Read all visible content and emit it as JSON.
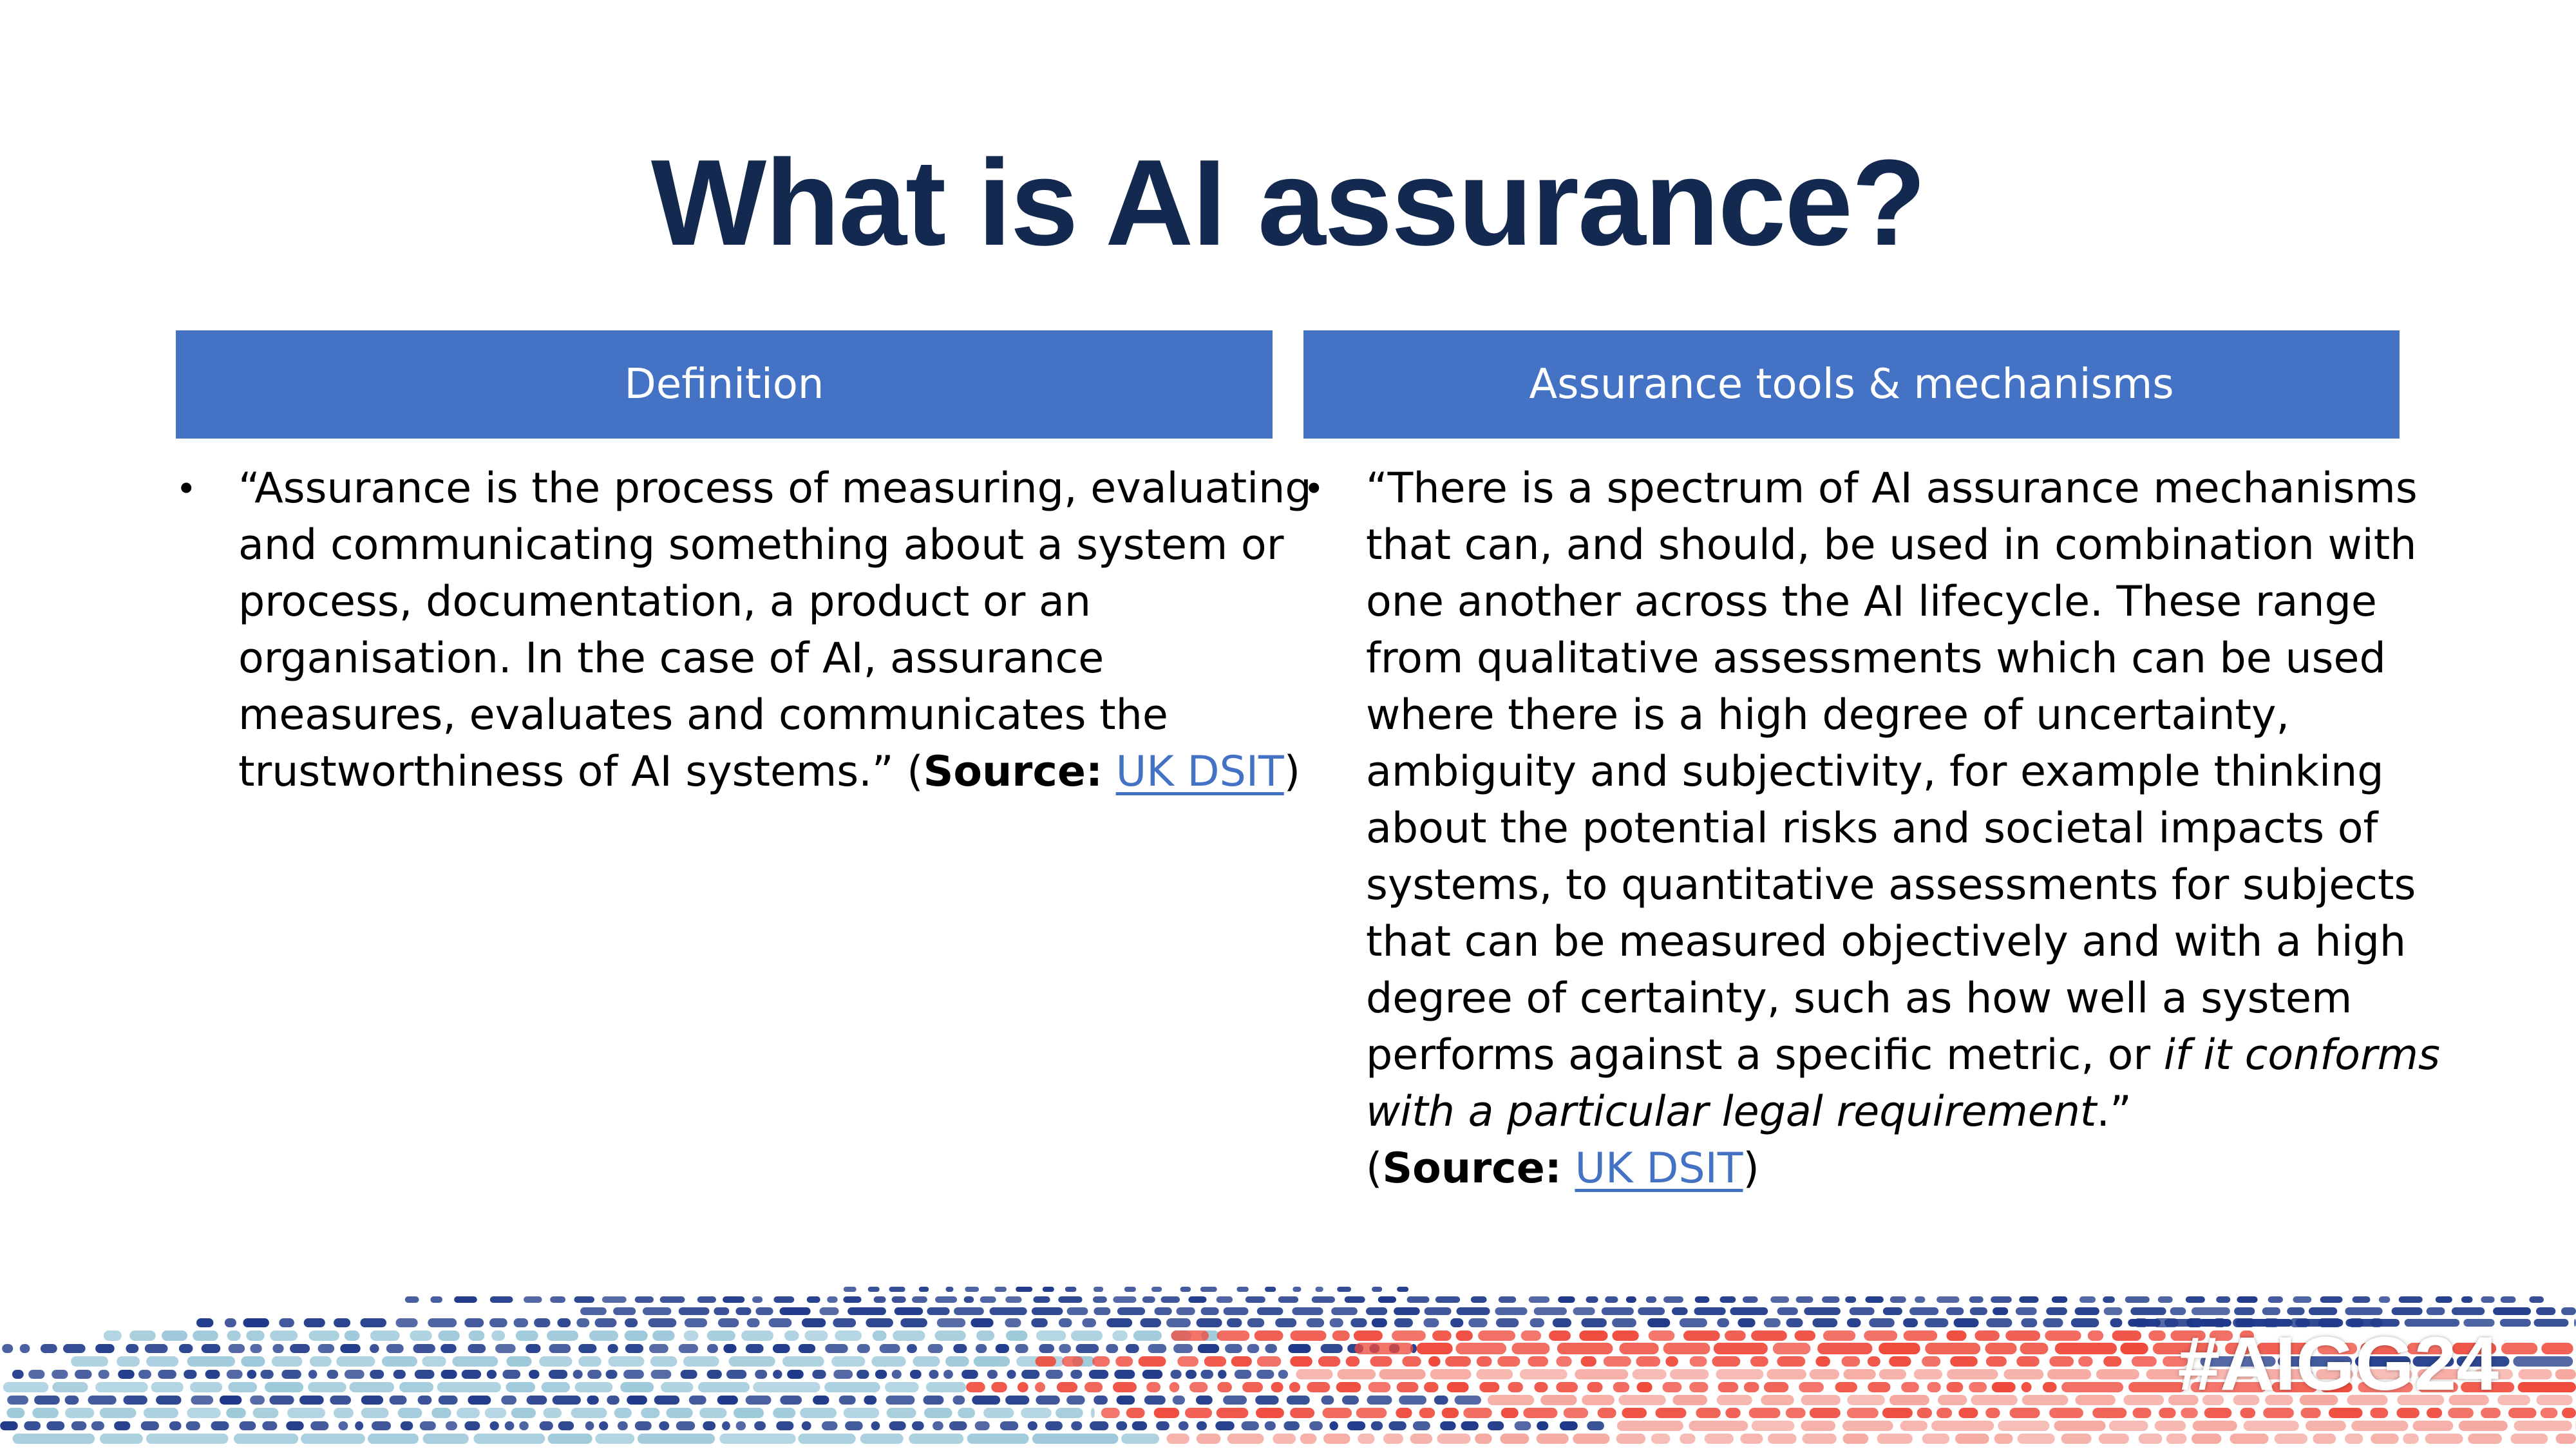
{
  "slide": {
    "title": "What is AI assurance?",
    "hashtag": "#AIGG24"
  },
  "columns": [
    {
      "header": "Definition",
      "bullet_symbol": "•",
      "lines": [
        "“Assurance is the process of measuring, evaluating",
        "and communicating something about a system or",
        "process, documentation, a product or an",
        "organisation. In the case of AI, assurance",
        "measures, evaluates and communicates the"
      ],
      "last_line_text": "trustworthiness of AI systems.” (",
      "source_label": "Source:",
      "source_link": "UK DSIT",
      "source_close": ")"
    },
    {
      "header": "Assurance tools & mechanisms",
      "bullet_symbol": "•",
      "lines": [
        "“There is a spectrum of AI assurance mechanisms",
        "that can, and should, be used in combination with",
        "one another across the AI lifecycle. These range",
        "from qualitative assessments which can be used",
        "where there is a high degree of uncertainty,",
        "ambiguity and subjectivity, for example thinking",
        "about the potential risks and societal impacts of",
        "systems, to quantitative assessments for subjects",
        "that can be measured objectively and with a high",
        "degree of certainty, such as how well a system"
      ],
      "line_11_plain": "performs against a specific metric, or ",
      "line_11_italic": "if it conforms",
      "line_12_italic": "with a particular legal requirement",
      "line_12_tail": ".”",
      "source_open": "(",
      "source_label": "Source:",
      "source_link": "UK DSIT",
      "source_close": ")"
    }
  ],
  "colors": {
    "title": "#14294f",
    "header_bg": "#4472c4",
    "link": "#4472c4",
    "footer_navy": "#1f3a8a",
    "footer_lightblue": "#9ec9da",
    "footer_red": "#ef4a3c",
    "footer_pink": "#f5a8a0"
  }
}
